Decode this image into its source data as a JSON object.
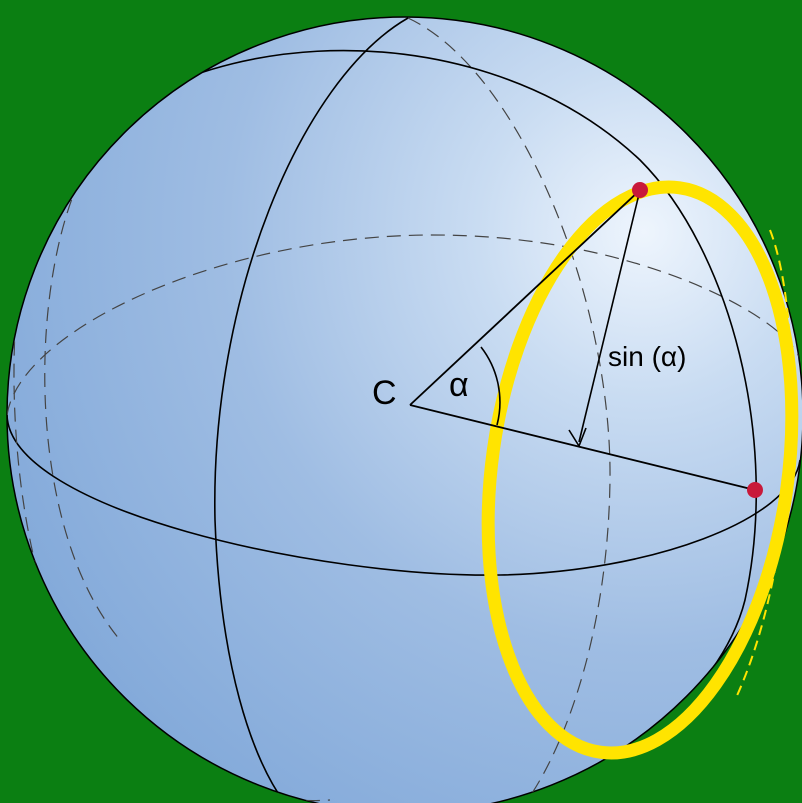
{
  "labels": {
    "center": "C",
    "angle": "α",
    "sine": "sin (α)"
  },
  "colors": {
    "frame": "#0b7f12",
    "sphere_highlight": "#eef5fd",
    "sphere_mid": "#9fbde3",
    "sphere_shadow": "#7ea6d8",
    "circle_highlight": "#ffe400",
    "point_marker": "#c8193a",
    "line": "#000000",
    "hidden_line": "#555555"
  },
  "icons": {
    "center_marker": "none",
    "points": "dot"
  }
}
